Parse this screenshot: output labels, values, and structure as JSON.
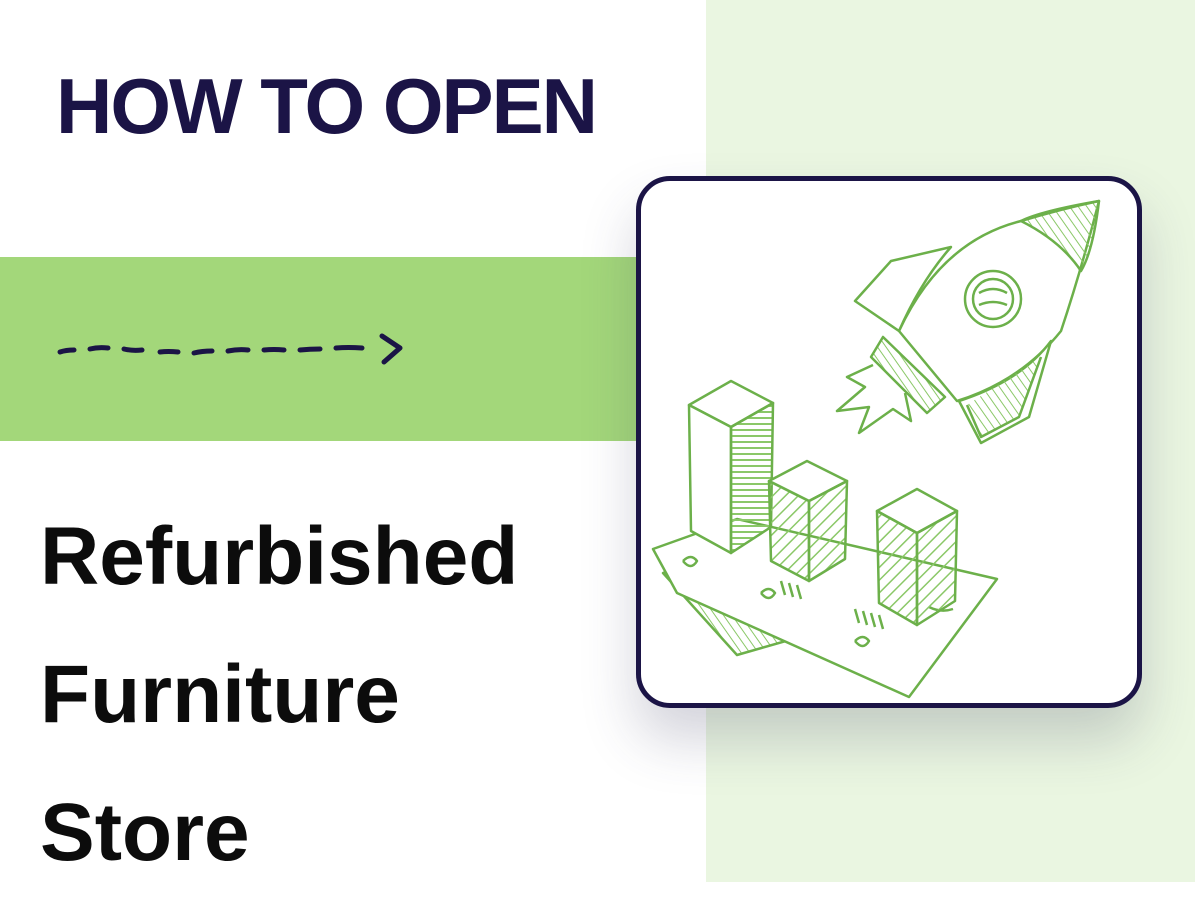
{
  "colors": {
    "navy": "#1b1446",
    "green_band": "#a3d77a",
    "pale_green": "#eaf6e1",
    "sketch_green": "#6cb04a",
    "hatch_green": "#8bc868",
    "text_black": "#0c0c0c"
  },
  "headline": {
    "kicker": "HOW TO OPEN"
  },
  "title": {
    "lines": [
      "Refurbished",
      "Furniture",
      "Store"
    ]
  },
  "illustration": {
    "icons": [
      "rocket-icon",
      "bar-chart-icon",
      "banknote-icon",
      "dashed-arrow-icon"
    ]
  }
}
